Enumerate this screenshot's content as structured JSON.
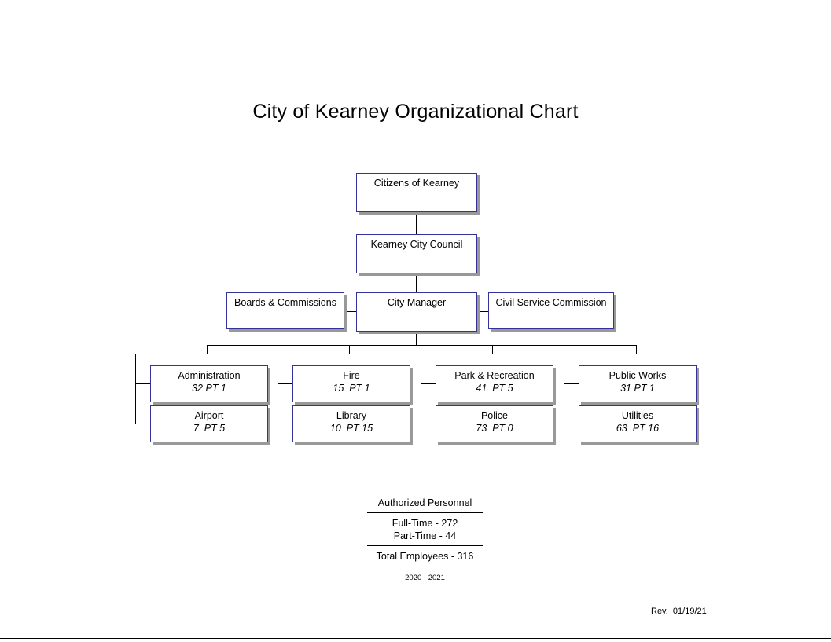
{
  "document": {
    "title": "City of Kearney Organizational Chart",
    "revision": "Rev.  01/19/21",
    "accent_border_color": "#333399",
    "shadow_color": "#999999",
    "background_color": "#ffffff"
  },
  "hierarchy": {
    "citizens": {
      "label": "Citizens of Kearney"
    },
    "council": {
      "label": "Kearney City Council"
    },
    "manager": {
      "label": "City Manager"
    },
    "boards": {
      "label": "Boards & Commissions"
    },
    "civil_service": {
      "label": "Civil Service Commission"
    }
  },
  "departments": [
    {
      "name": "Administration",
      "staffing": "32 PT 1",
      "full_time": 32,
      "part_time": 1,
      "column": 1,
      "row": 1
    },
    {
      "name": "Airport",
      "staffing": "7  PT 5",
      "full_time": 7,
      "part_time": 5,
      "column": 1,
      "row": 2
    },
    {
      "name": "Fire",
      "staffing": "15  PT 1",
      "full_time": 15,
      "part_time": 1,
      "column": 2,
      "row": 1
    },
    {
      "name": "Library",
      "staffing": "10  PT 15",
      "full_time": 10,
      "part_time": 15,
      "column": 2,
      "row": 2
    },
    {
      "name": "Park & Recreation",
      "staffing": "41  PT 5",
      "full_time": 41,
      "part_time": 5,
      "column": 3,
      "row": 1
    },
    {
      "name": "Police",
      "staffing": "73  PT 0",
      "full_time": 73,
      "part_time": 0,
      "column": 3,
      "row": 2
    },
    {
      "name": "Public Works",
      "staffing": "31 PT 1",
      "full_time": 31,
      "part_time": 1,
      "column": 4,
      "row": 1
    },
    {
      "name": "Utilities",
      "staffing": "63  PT 16",
      "full_time": 63,
      "part_time": 16,
      "column": 4,
      "row": 2
    }
  ],
  "summary": {
    "heading": "Authorized Personnel",
    "full_time": "Full-Time - 272",
    "part_time": "Part-Time - 44",
    "total": "Total Employees - 316",
    "year_range": "2020 - 2021"
  }
}
